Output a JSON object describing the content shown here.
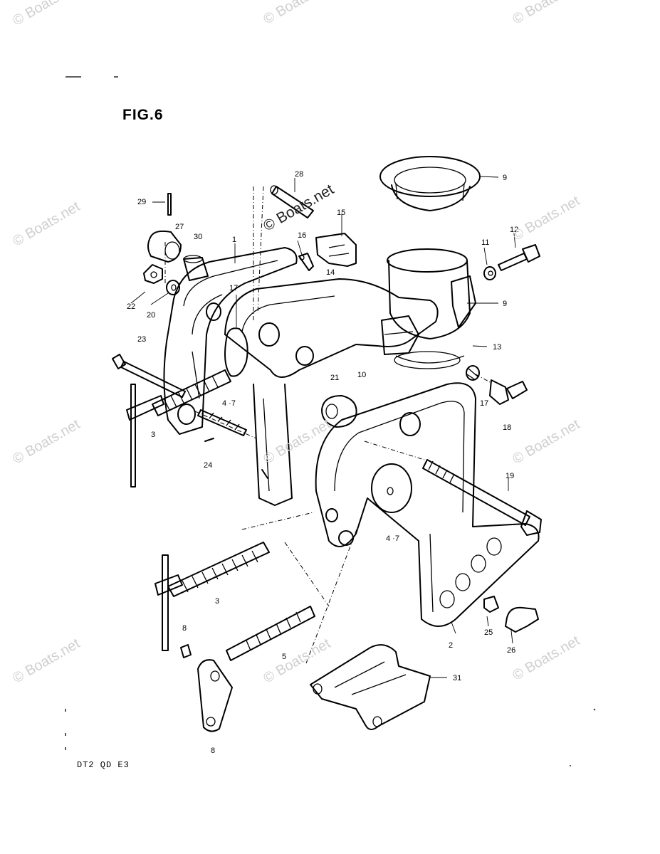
{
  "figure": {
    "title": "FIG.6",
    "model_code": "DT2  QD  E3",
    "center_watermark": "© Boats.net",
    "corner_watermark": "© Boats.net"
  },
  "callouts": {
    "p1": "1",
    "p2": "2",
    "p3a": "3",
    "p3b": "3",
    "p47a": "4 ·7",
    "p47b": "4 ·7",
    "p5": "5",
    "p8a": "8",
    "p8b": "8",
    "p9a": "9",
    "p9b": "9",
    "p10": "10",
    "p11": "11",
    "p12": "12",
    "p13": "13",
    "p14": "14",
    "p15": "15",
    "p16": "16",
    "p17a": "17",
    "p17b": "17",
    "p18": "18",
    "p19": "19",
    "p20": "20",
    "p21": "21",
    "p22": "22",
    "p23": "23",
    "p24": "24",
    "p25": "25",
    "p26": "26",
    "p27": "27",
    "p28": "28",
    "p29": "29",
    "p30": "30",
    "p31": "31"
  }
}
